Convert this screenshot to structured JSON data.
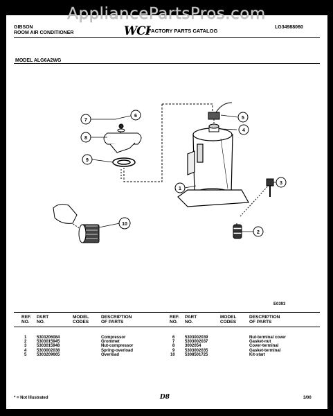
{
  "watermark": "AppliancePartsPros.com",
  "header": {
    "brand": "GIBSON",
    "product": "ROOM AIR CONDITIONER",
    "logo": "WCI",
    "catalog": "FACTORY PARTS CATALOG",
    "doc_number": "LG34988060",
    "model_line": "MODEL ALG6A2WG"
  },
  "diagram": {
    "figure_code": "E0393",
    "callouts": [
      "1",
      "2",
      "3",
      "4",
      "5",
      "6",
      "7",
      "8",
      "9",
      "10"
    ]
  },
  "table": {
    "headers": {
      "ref_no": [
        "REF.",
        "NO."
      ],
      "part_no": [
        "PART",
        "NO."
      ],
      "model_codes": [
        "MODEL",
        "CODES"
      ],
      "description": [
        "DESCRIPTION",
        "OF PARTS"
      ]
    },
    "left_rows": [
      {
        "ref": "1",
        "part": "5303206084",
        "desc": "Compressor"
      },
      {
        "ref": "2",
        "part": "5303015945",
        "desc": "Grommet"
      },
      {
        "ref": "3",
        "part": "5303015948",
        "desc": "Nut-compressor"
      },
      {
        "ref": "4",
        "part": "5303002038",
        "desc": "Spring-overload"
      },
      {
        "ref": "5",
        "part": "5303209665",
        "desc": "Overload"
      }
    ],
    "right_rows": [
      {
        "ref": "6",
        "part": "5303002039",
        "desc": "Nut-terminal cover"
      },
      {
        "ref": "7",
        "part": "5303002037",
        "desc": "Gasket-nut"
      },
      {
        "ref": "8",
        "part": "3002054",
        "desc": "Cover-terminal"
      },
      {
        "ref": "9",
        "part": "5303002035",
        "desc": "Gasket-terminal"
      },
      {
        "ref": "10",
        "part": "5308501725",
        "desc": "Kit-start"
      }
    ]
  },
  "footer": {
    "note": "* = Not Illustrated",
    "page": "D8",
    "date": "3/00"
  }
}
